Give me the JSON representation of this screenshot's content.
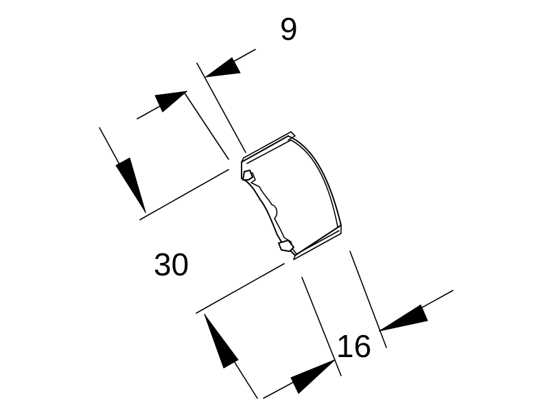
{
  "dimensions": {
    "top": "9",
    "left": "30",
    "bottom": "16"
  }
}
